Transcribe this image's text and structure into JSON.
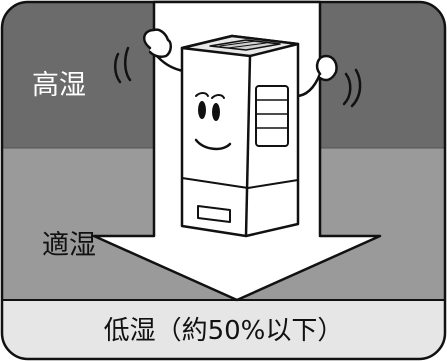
{
  "zones": {
    "high_label": "高湿",
    "moderate_label": "適湿",
    "low_label": "低湿（約50%以下）"
  },
  "colors": {
    "high_zone": "#6b6b6b",
    "moderate_zone": "#9a9a9a",
    "low_zone": "#e6e6e6",
    "arrow_fill": "#ffffff",
    "outline": "#111111"
  },
  "icons": {
    "mascot": "dehumidifier-mascot-icon",
    "arrow": "down-arrow-icon"
  }
}
